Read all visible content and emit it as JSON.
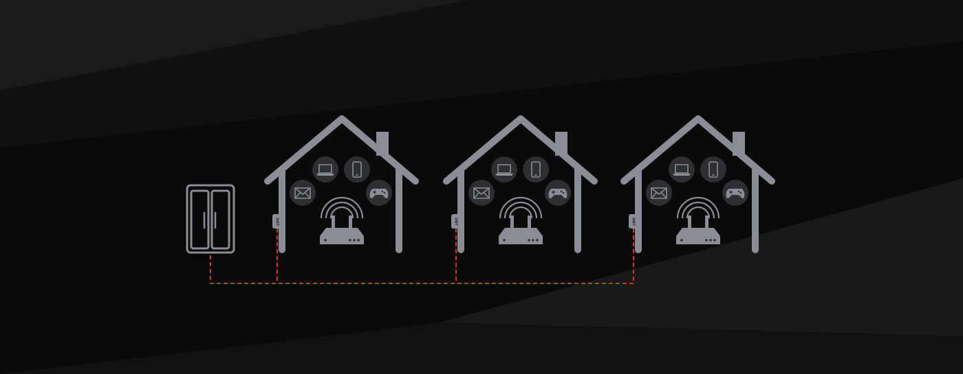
{
  "colors": {
    "background": "#0b0a0a",
    "house": "#8a8d96",
    "device_circle": "#2e2f33",
    "cable": "#e0322b"
  },
  "cabinet": {
    "icon": "fiber-distribution-cabinet-icon"
  },
  "houses": [
    {
      "ont_label": "ONT",
      "devices": [
        "email-icon",
        "laptop-icon",
        "smartphone-icon",
        "gamepad-icon"
      ],
      "router_icon": "wifi-router-icon"
    },
    {
      "ont_label": "ONT",
      "devices": [
        "email-icon",
        "laptop-icon",
        "smartphone-icon",
        "gamepad-icon"
      ],
      "router_icon": "wifi-router-icon"
    },
    {
      "ont_label": "ONT",
      "devices": [
        "email-icon",
        "laptop-icon",
        "smartphone-icon",
        "gamepad-icon"
      ],
      "router_icon": "wifi-router-icon"
    }
  ]
}
